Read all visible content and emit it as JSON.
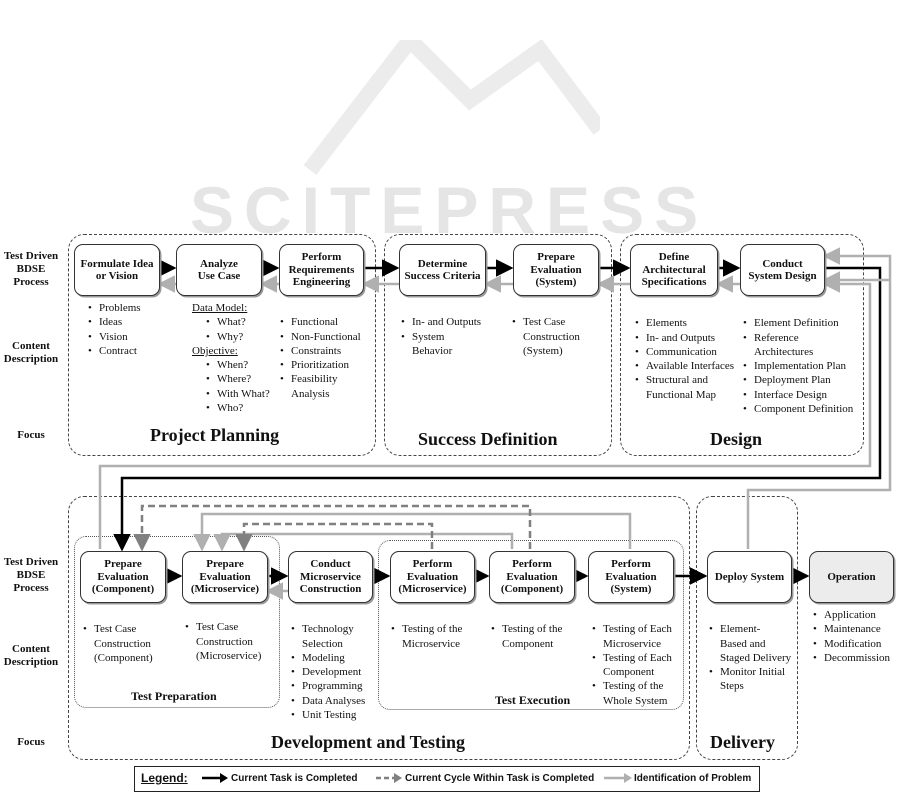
{
  "watermark": {
    "text": "SCITEPRESS"
  },
  "row_labels": {
    "process": "Test Driven\nBDSE\nProcess",
    "content": "Content\nDescription",
    "focus": "Focus"
  },
  "phases": {
    "project_planning": "Project Planning",
    "success_definition": "Success Definition",
    "design": "Design",
    "development_testing": "Development and Testing",
    "delivery": "Delivery"
  },
  "subphases": {
    "test_preparation": "Test Preparation",
    "test_execution": "Test Execution"
  },
  "tasks": {
    "formulate": "Formulate Idea\nor Vision",
    "analyze": "Analyze\nUse Case",
    "perform_req": "Perform\nRequirements\nEngineering",
    "determine": "Determine\nSuccess Criteria",
    "prep_eval_system": "Prepare\nEvaluation\n(System)",
    "define_arch": "Define\nArchitectural\nSpecifications",
    "conduct_sys": "Conduct\nSystem Design",
    "prep_eval_comp": "Prepare\nEvaluation\n(Component)",
    "prep_eval_micro": "Prepare\nEvaluation\n(Microservice)",
    "conduct_micro": "Conduct\nMicroservice\nConstruction",
    "perf_eval_micro": "Perform\nEvaluation\n(Microservice)",
    "perf_eval_comp": "Perform\nEvaluation\n(Component)",
    "perf_eval_system": "Perform\nEvaluation\n(System)",
    "deploy": "Deploy System",
    "operation": "Operation"
  },
  "content": {
    "formulate": [
      "Problems",
      "Ideas",
      "Vision",
      "Contract"
    ],
    "analyze": {
      "data_model_header": "Data Model:",
      "data_model": [
        "What?",
        "Why?"
      ],
      "objective_header": "Objective:",
      "objective": [
        "When?",
        "Where?",
        "With What?",
        "Who?"
      ]
    },
    "perform_req": [
      "Functional",
      "Non-Functional",
      "Constraints",
      "Prioritization",
      "Feasibility\nAnalysis"
    ],
    "determine": [
      "In- and Outputs",
      "System\nBehavior"
    ],
    "prep_eval_system": [
      "Test Case\nConstruction\n(System)"
    ],
    "define_arch": [
      "Elements",
      "In- and Outputs",
      "Communication",
      "Available Interfaces",
      "Structural and\nFunctional Map"
    ],
    "conduct_sys": [
      "Element Definition",
      "Reference\nArchitectures",
      "Implementation Plan",
      "Deployment Plan",
      "Interface Design",
      "Component Definition"
    ],
    "prep_eval_comp": [
      "Test Case\nConstruction\n(Component)"
    ],
    "prep_eval_micro": [
      "Test Case\nConstruction\n(Microservice)"
    ],
    "conduct_micro": [
      "Technology\nSelection",
      "Modeling",
      "Development",
      "Programming",
      "Data Analyses",
      "Unit Testing"
    ],
    "perf_eval_micro": [
      "Testing of the\nMicroservice"
    ],
    "perf_eval_comp": [
      "Testing of the\nComponent"
    ],
    "perf_eval_system": [
      "Testing of Each\nMicroservice",
      "Testing of Each\nComponent",
      "Testing of the\nWhole System"
    ],
    "deploy": [
      "Element-\nBased and\nStaged Delivery",
      "Monitor Initial\nSteps"
    ],
    "operation": [
      "Application",
      "Maintenance",
      "Modification",
      "Decommission"
    ]
  },
  "legend": {
    "title": "Legend:",
    "completed": "Current Task is Completed",
    "cycle": "Current Cycle Within Task is Completed",
    "problem": "Identification of Problem"
  },
  "colors": {
    "completed": "#000000",
    "cycle": "#808080",
    "problem": "#b0b0b0",
    "operation_fill": "#ececec"
  }
}
